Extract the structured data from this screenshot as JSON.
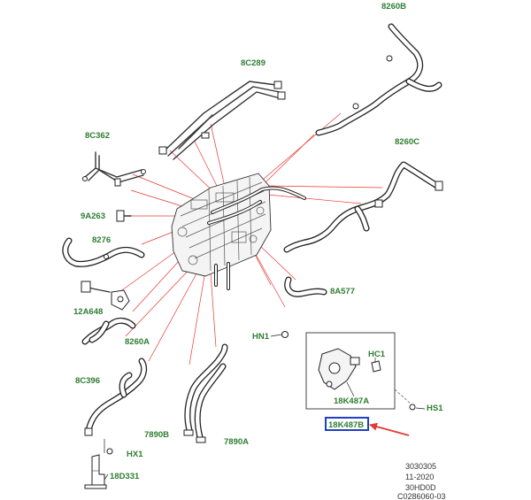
{
  "labels": {
    "hose_8260B": "8260B",
    "pipe_8C289": "8C289",
    "pipe_8C362": "8C362",
    "hose_8260C": "8260C",
    "connector_9A263": "9A263",
    "hose_8276": "8276",
    "hose_8A577": "8A577",
    "valve_12A648": "12A648",
    "hose_8260A": "8260A",
    "bolt_HN1": "HN1",
    "clip_HC1": "HC1",
    "screw_HS1": "HS1",
    "valve_18K487A": "18K487A",
    "valve_18K487B": "18K487B",
    "pipe_8C396": "8C396",
    "pipe_7890B": "7890B",
    "pipe_7890A": "7890A",
    "bolt_HX1": "HX1",
    "bracket_18D331": "18D331"
  },
  "reference": {
    "line1": "3030305",
    "line2": "11-2020",
    "line3": "30HD0D",
    "line4": "C0286060-03"
  },
  "colors": {
    "label_text": "#2e7d32",
    "leader_lines": "#e53935",
    "highlight_box": "#1e40c8",
    "callout_arrow": "#e53935"
  }
}
